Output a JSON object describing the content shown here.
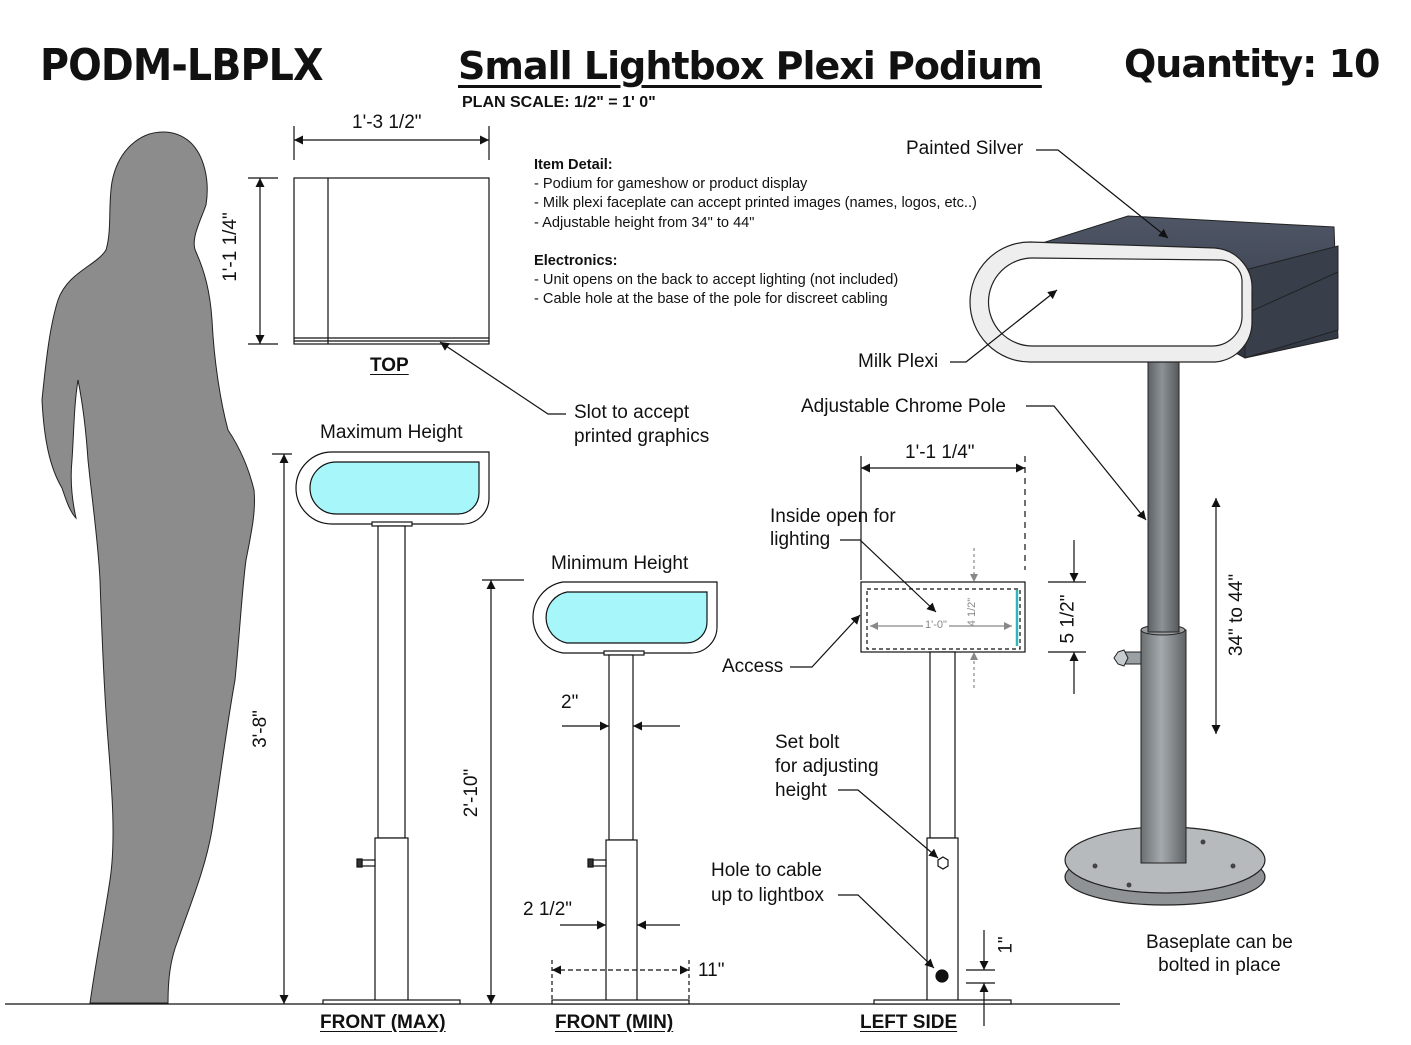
{
  "header": {
    "code": "PODM-LBPLX",
    "title": "Small Lightbox Plexi Podium",
    "quantity": "Quantity: 10",
    "scale": "PLAN  SCALE: 1/2\" = 1' 0\""
  },
  "details": {
    "item_heading": "Item Detail:",
    "item_lines": [
      "-  Podium for gameshow or product display",
      "- Milk plexi faceplate can accept printed images (names, logos, etc..)",
      "-  Adjustable height from 34\" to 44\""
    ],
    "electronics_heading": "Electronics:",
    "electronics_lines": [
      "- Unit opens on the back to accept lighting (not included)",
      "- Cable hole at the base of the pole for discreet cabling"
    ]
  },
  "dimensions": {
    "top_width": "1'-3 1/2\"",
    "top_depth": "1'-1 1/4\"",
    "max_height": "3'-8\"",
    "min_height": "2'-10\"",
    "pole_upper": "2\"",
    "pole_lower": "2 1/2\"",
    "base_width": "11\"",
    "side_width": "1'-1 1/4\"",
    "box_height": "5 1/2\"",
    "inner_width": "1'-0\"",
    "inner_height": "4 1/2\"",
    "hole_height": "1\"",
    "range": "34\" to 44\""
  },
  "labels": {
    "slot": [
      "Slot to accept",
      "printed graphics"
    ],
    "max_height": "Maximum Height",
    "min_height": "Minimum Height",
    "painted_silver": "Painted Silver",
    "milk_plexi": "Milk Plexi",
    "chrome_pole": "Adjustable Chrome Pole",
    "inside_open": [
      "Inside open for",
      "lighting"
    ],
    "access": "Access",
    "set_bolt": [
      "Set bolt",
      "for adjusting",
      "height"
    ],
    "cable_hole": [
      "Hole to cable",
      "up to lightbox"
    ],
    "baseplate": [
      "Baseplate can be",
      "bolted in place"
    ]
  },
  "views": {
    "top": "TOP",
    "front_max": "FRONT (MAX)",
    "front_min": "FRONT (MIN)",
    "left_side": "LEFT SIDE"
  },
  "colors": {
    "plexi": "#a6f6fa",
    "silhouette": "#8c8c8c",
    "box_dark": "#3d4452",
    "pole": "#6f7477"
  }
}
